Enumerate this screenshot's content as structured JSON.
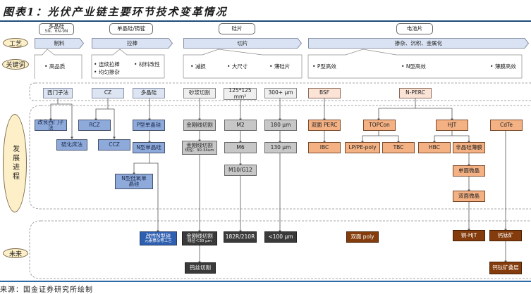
{
  "title": "图表1：光伏产业链主要环节技术变革情况",
  "source": "来源：国金证券研究所绘制",
  "row_labels": {
    "process": "工艺",
    "keywords": "关键词",
    "development": "发展进程",
    "future": "未来"
  },
  "categories": [
    {
      "label": "多晶硅",
      "sub": "5N、6N-9N"
    },
    {
      "label": "单晶硅/铸锭",
      "sub": ""
    },
    {
      "label": "硅片",
      "sub": ""
    },
    {
      "label": "电池片",
      "sub": ""
    }
  ],
  "processes": [
    "制料",
    "拉棒",
    "切片",
    "掺杂、沉积、金属化"
  ],
  "keywords": {
    "polysilicon": [
      "高品质"
    ],
    "ingot_left": [
      "连续拉棒",
      "均匀掺杂"
    ],
    "ingot_right": [
      "材料改性"
    ],
    "wafer": [
      "减损",
      "大尺寸",
      "薄硅片"
    ],
    "cell": [
      "P型高效",
      "N型高效",
      "薄膜高效"
    ]
  },
  "origins": {
    "siemens": "西门子法",
    "cz": "CZ",
    "multi_si": "多晶硅",
    "slurry_cut": "砂浆切割",
    "size_125": "125*125 mm²",
    "thick_300": "300+ μm",
    "bsf": "BSF",
    "nperc": "N-PERC"
  },
  "development": {
    "improved_siemens": "改良西门子法",
    "fluidized_bed": "硫化床法",
    "rcz": "RCZ",
    "ccz": "CCZ",
    "p_mono": "P型单晶硅",
    "n_mono": "N型单晶硅",
    "n_low_oxygen": "N型低氧单晶硅",
    "diamond_wire": "金刚线切割",
    "diamond_wire_2": "金刚线切割",
    "diamond_wire_2_sub": "线径：30-34um",
    "m2": "M2",
    "m6": "M6",
    "m10g12": "M10/G12",
    "t180": "180 μm",
    "t130": "130 μm",
    "bifacial_perc": "双面 PERC",
    "ibc": "IBC",
    "topcon": "TOPCon",
    "lp_pe_poly": "LP/PE-poly",
    "tbc": "TBC",
    "hjt": "HJT",
    "hbc": "HBC",
    "amorphous": "非晶硅薄膜",
    "single_micro": "单面微晶",
    "double_micro": "双面微晶",
    "cdte": "CdTe"
  },
  "future": {
    "modified_n": "改性N型硅",
    "modified_n_sub": "元素掺杂等工艺",
    "diamond_wire_3": "金刚线切割",
    "diamond_wire_3_sub": "线径＜30 μm",
    "tungsten_wire": "钨丝切割",
    "size_182": "182R/210R",
    "thin_100": "<100 μm",
    "bifacial_poly": "双面 poly",
    "copper_hjt": "铜-HJT",
    "perovskite": "钙钛矿",
    "perovskite_tandem": "钙钛矿叠层"
  },
  "colors": {
    "accent_line": "#1f4e79",
    "oval_fill": "#fdefc7",
    "blue_light": "#dde5f3",
    "blue_mid": "#8eaadb",
    "blue_dark": "#2e5fb0",
    "gray_mid": "#c7c7c7",
    "gray_dark": "#3a3a3a",
    "orange_light": "#fbe3d6",
    "orange_mid": "#f4b183",
    "brown_dark": "#843c0c"
  }
}
